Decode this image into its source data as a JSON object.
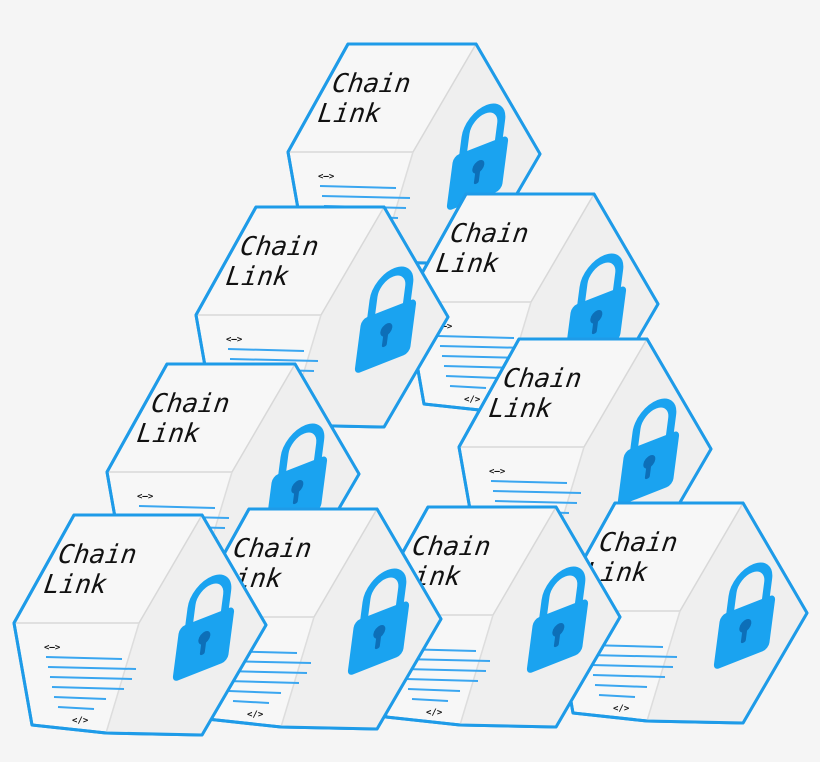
{
  "diagram": {
    "cube_title_line1": "Chain",
    "cube_title_line2": "Link",
    "code_open_tag": "<—>",
    "code_close_tag": "</>",
    "icon": "padlock-icon",
    "colors": {
      "outline": "#1e9be8",
      "lock": "#1aa3f0",
      "lock_dark": "#0d6fb8",
      "code_lines": "#3aa6f0",
      "face_front": "#f7f7f7",
      "face_right": "#efefef",
      "face_top": "#fafafa"
    },
    "cube_count": 9
  }
}
